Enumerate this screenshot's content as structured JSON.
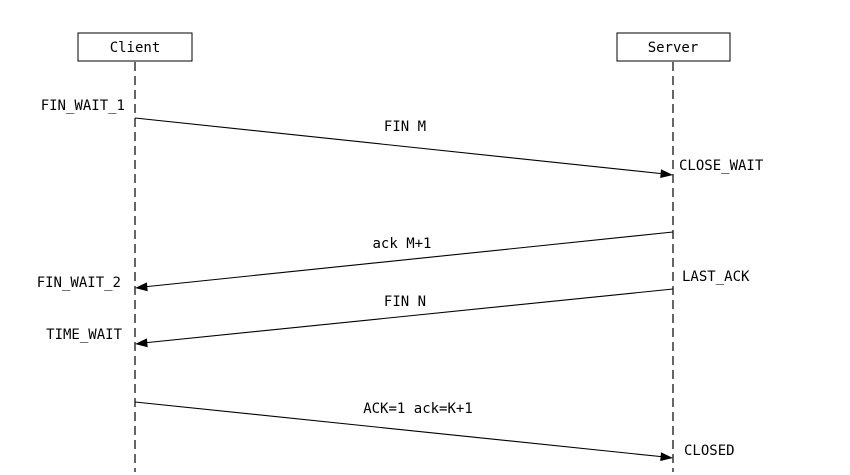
{
  "participants": {
    "client": "Client",
    "server": "Server"
  },
  "client_states": {
    "fin_wait_1": "FIN_WAIT_1",
    "fin_wait_2": "FIN_WAIT_2",
    "time_wait": "TIME_WAIT"
  },
  "server_states": {
    "close_wait": "CLOSE_WAIT",
    "last_ack": "LAST_ACK",
    "closed": "CLOSED"
  },
  "messages": {
    "fin_m": "FIN M",
    "ack_m1": "ack M+1",
    "fin_n": "FIN N",
    "final_ack": "ACK=1 ack=K+1"
  },
  "colors": {
    "line": "#000000",
    "background": "#ffffff"
  }
}
